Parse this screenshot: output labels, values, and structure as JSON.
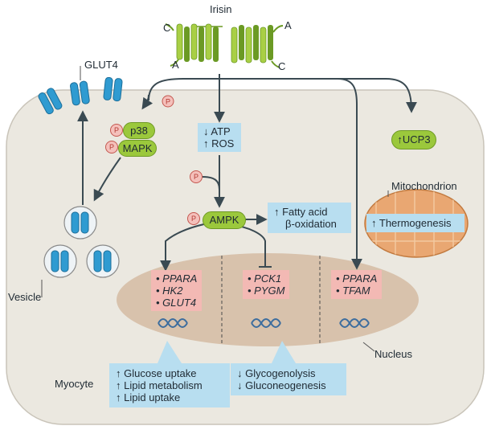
{
  "labels": {
    "irisin": "Irisin",
    "c_left": "C",
    "a_left": "A",
    "a_right": "A",
    "c_right": "C",
    "glut4": "GLUT4",
    "vesicle": "Vesicle",
    "myocyte": "Myocyte",
    "mitochondrion": "Mitochondrion",
    "nucleus": "Nucleus",
    "p38": "p38",
    "mapk": "MAPK",
    "ampk": "AMPK",
    "phospho": "P",
    "ucp3": "↑UCP3"
  },
  "boxes": {
    "atp_ros": [
      "↓ ATP",
      "↑ ROS"
    ],
    "fatty_acid": [
      "↑ Fatty acid",
      "β-oxidation"
    ],
    "thermogenesis": "↑ Thermogenesis",
    "genes_left": [
      "• PPARA",
      "• HK2",
      "• GLUT4"
    ],
    "genes_mid": [
      "• PCK1",
      "• PYGM"
    ],
    "genes_right": [
      "• PPARA",
      "• TFAM"
    ],
    "effects_left": [
      "↑ Glucose uptake",
      "↑ Lipid metabolism",
      "↑ Lipid uptake"
    ],
    "effects_mid": [
      "↓ Glycogenolysis",
      "↓ Gluconeogenesis"
    ]
  },
  "colors": {
    "cell_fill": "#ebe8e0",
    "cell_stroke": "#c9c4b9",
    "nucleus": "#d8c2ac",
    "blue_box": "#b8def0",
    "pink_box": "#f3b9b4",
    "kinase_green": "#9bc83c",
    "irisin_light": "#a9cf45",
    "irisin_dark": "#6b9a24",
    "mitochondrion": "#e9a772",
    "arrow": "#3a4a52",
    "glut_blue": "#2f9bd1",
    "dna": "#3d6d9e"
  },
  "icons": [
    "irisin-icon",
    "glut4-transporter-icon",
    "vesicle-icon",
    "dna-helix-icon",
    "mitochondrion-icon",
    "phosphate-icon"
  ]
}
